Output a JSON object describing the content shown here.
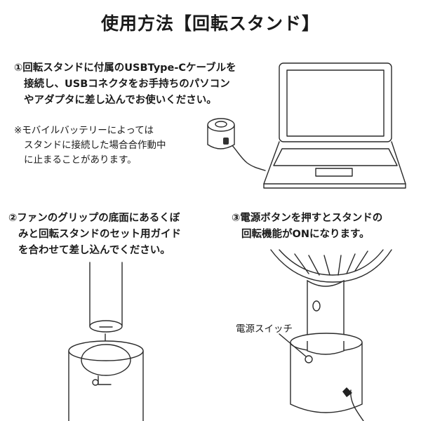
{
  "title": "使用方法【回転スタンド】",
  "step1": {
    "line1": "①回転スタンドに付属のUSBType-Cケーブルを",
    "line2": "接続し、USBコネクタをお手持ちのパソコン",
    "line3": "やアダプタに差し込んでお使いください。"
  },
  "note": {
    "line1": "※モバイルバッテリーによっては",
    "line2": "スタンドに接続した場合合作動中",
    "line3": "に止まることがあります。"
  },
  "step2": {
    "line1": "②ファンのグリップの底面にあるくぼ",
    "line2": "みと回転スタンドのセット用ガイド",
    "line3": "を合わせて差し込んでください。"
  },
  "step3": {
    "line1": "③電源ボタンを押すとスタンドの",
    "line2": "回転機能がONになります。"
  },
  "callout": {
    "power_switch": "電源スイッチ"
  }
}
